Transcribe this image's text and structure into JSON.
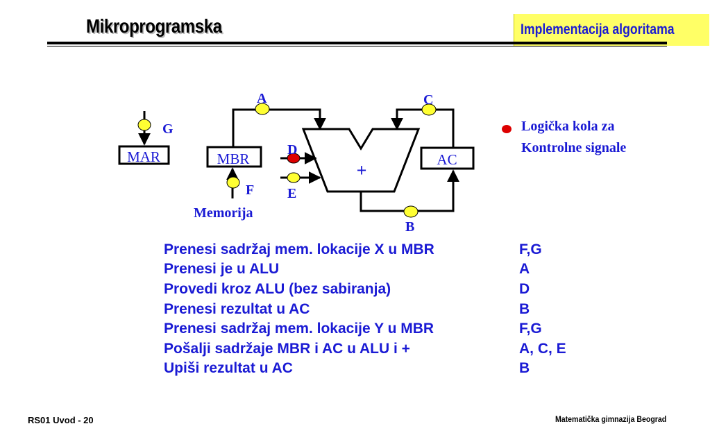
{
  "slide": {
    "title": "Mikroprogramska",
    "topic": "Implementacija algoritama"
  },
  "diagram": {
    "registers": {
      "mar": "MAR",
      "mbr": "MBR",
      "ac": "AC"
    },
    "alu_op": "+",
    "memory_label": "Memorija",
    "signals": {
      "a": "A",
      "b": "B",
      "c": "C",
      "d": "D",
      "e": "E",
      "f": "F",
      "g": "G"
    },
    "legend": {
      "line1": "Logička kola za",
      "line2": "Kontrolne signale"
    },
    "colors": {
      "signal_fill": "#ffff33",
      "active_signal": "#dd0000",
      "text_blue": "#1a1ad4",
      "topic_bg": "#ffff66"
    }
  },
  "steps": [
    {
      "action": "Prenesi sadržaj mem. lokacije X u MBR",
      "signals": "F,G"
    },
    {
      "action": "Prenesi je u ALU",
      "signals": "A"
    },
    {
      "action": "Provedi kroz ALU (bez sabiranja)",
      "signals": "D"
    },
    {
      "action": "Prenesi rezultat u AC",
      "signals": "B"
    },
    {
      "action": "Prenesi sadržaj mem. lokacije Y u MBR",
      "signals": "F,G"
    },
    {
      "action": "Pošalji sadržaje MBR i AC u ALU i +",
      "signals": "A, C, E"
    },
    {
      "action": "Upiši rezultat u AC",
      "signals": "B"
    }
  ],
  "footer": {
    "left": "RS01 Uvod - 20",
    "right": "Matematička gimnazija Beograd"
  }
}
